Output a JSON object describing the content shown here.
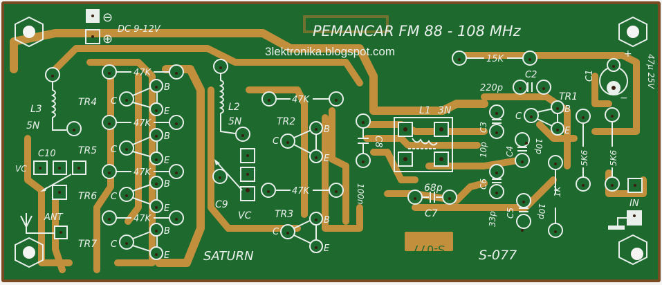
{
  "board": {
    "title": "PEMANCAR FM 88 - 108 MHz",
    "website": "3lektronika.blogspot.com",
    "model_name": "SATURN",
    "part_number": "S-077",
    "copper_mark": "S-077",
    "power_label": "DC 9-12V",
    "power_minus_symbol": "⊖",
    "power_plus_symbol": "⊕",
    "colors": {
      "solder_mask": "#1e6a2e",
      "copper": "#c2903c",
      "silkscreen": "#e9f0ec",
      "board_edge": "#7a4a22"
    }
  },
  "components": {
    "resistors": [
      {
        "value": "15K"
      },
      {
        "value": "47K"
      },
      {
        "value": "47K"
      },
      {
        "value": "47K"
      },
      {
        "value": "47K"
      },
      {
        "value": "47K"
      },
      {
        "value": "47K"
      },
      {
        "value": "5K6"
      },
      {
        "value": "5K6"
      },
      {
        "value": "1K"
      }
    ],
    "capacitors": [
      {
        "ref": "C1",
        "value": "47µ 25V",
        "plus": "+",
        "minus": "−"
      },
      {
        "ref": "C2",
        "value": "220p"
      },
      {
        "ref": "C3",
        "value": "10p"
      },
      {
        "ref": "C4",
        "value": "10p"
      },
      {
        "ref": "C5",
        "value": "10p"
      },
      {
        "ref": "C6",
        "value": "33p"
      },
      {
        "ref": "C7",
        "value": "68p"
      },
      {
        "ref": "C8",
        "value": "100n"
      },
      {
        "ref": "C9",
        "value": "VC"
      },
      {
        "ref": "C10",
        "value": "VC"
      }
    ],
    "inductors": [
      {
        "ref": "L1",
        "value": "3N"
      },
      {
        "ref": "L2",
        "value": "5N"
      },
      {
        "ref": "L3",
        "value": "5N"
      }
    ],
    "transistors": [
      {
        "ref": "TR1",
        "pins": [
          "C",
          "B",
          "E"
        ]
      },
      {
        "ref": "TR2",
        "pins": [
          "C",
          "B",
          "E"
        ]
      },
      {
        "ref": "TR3",
        "pins": [
          "C",
          "B",
          "E"
        ]
      },
      {
        "ref": "TR4",
        "pins": [
          "C",
          "B",
          "E"
        ]
      },
      {
        "ref": "TR5",
        "pins": [
          "C",
          "B",
          "E"
        ]
      },
      {
        "ref": "TR6",
        "pins": [
          "C",
          "B",
          "E"
        ]
      },
      {
        "ref": "TR7",
        "pins": [
          "C",
          "B",
          "E"
        ]
      }
    ],
    "connectors": {
      "antenna": "ANT",
      "input": "IN"
    }
  }
}
